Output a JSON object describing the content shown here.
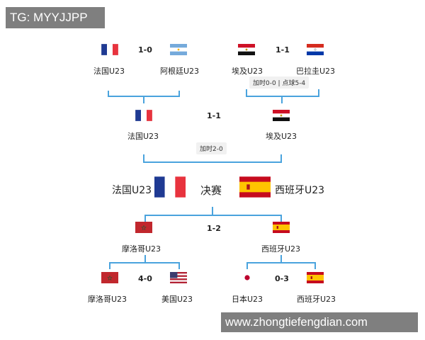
{
  "watermark": "TG: MYYJJPP",
  "site": "www.zhongtiefengdian.com",
  "semis": [
    {
      "team_a": "法国U23",
      "flag_a": "france",
      "score": "1-0",
      "team_b": "阿根廷U23",
      "flag_b": "argentina"
    },
    {
      "team_a": "埃及U23",
      "flag_a": "egypt",
      "score": "1-1",
      "team_b": "巴拉圭U23",
      "flag_b": "paraguay",
      "note": "加时0-0 | 点球5-4"
    }
  ],
  "upper_final": {
    "team_a": "法国U23",
    "flag_a": "france",
    "score": "1-1",
    "team_b": "埃及U23",
    "flag_b": "egypt",
    "note": "加时2-0"
  },
  "final": {
    "team_a": "法国U23",
    "flag_a": "france",
    "label": "决赛",
    "team_b": "西班牙U23",
    "flag_b": "spain"
  },
  "lower_final": {
    "team_a": "摩洛哥U23",
    "flag_a": "morocco",
    "score": "1-2",
    "team_b": "西班牙U23",
    "flag_b": "spain"
  },
  "lower_semis": [
    {
      "team_a": "摩洛哥U23",
      "flag_a": "morocco",
      "score": "4-0",
      "team_b": "美国U23",
      "flag_b": "usa"
    },
    {
      "team_a": "日本U23",
      "flag_a": "japan",
      "score": "0-3",
      "team_b": "西班牙U23",
      "flag_b": "spain"
    }
  ],
  "colors": {
    "bracket_line": "#4aa3dd",
    "note_bg": "#f1f1f1",
    "watermark_bg": "#7f7f7f"
  }
}
